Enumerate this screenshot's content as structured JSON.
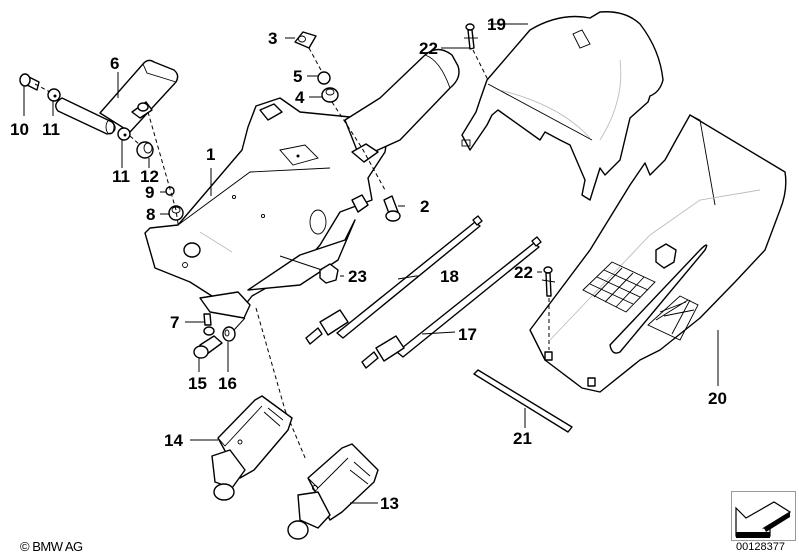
{
  "diagram": {
    "title": "Steering column exploded parts diagram",
    "callouts": [
      {
        "id": "1",
        "label": "1",
        "part": "steering-column-bracket"
      },
      {
        "id": "2",
        "label": "2",
        "part": "screw"
      },
      {
        "id": "3",
        "label": "3",
        "part": "clip-nut"
      },
      {
        "id": "4",
        "label": "4",
        "part": "nut"
      },
      {
        "id": "5",
        "label": "5",
        "part": "bushing"
      },
      {
        "id": "6",
        "label": "6",
        "part": "clamp-lever"
      },
      {
        "id": "7",
        "label": "7",
        "part": "screw-small"
      },
      {
        "id": "8",
        "label": "8",
        "part": "bushing-lower"
      },
      {
        "id": "9",
        "label": "9",
        "part": "sleeve"
      },
      {
        "id": "10",
        "label": "10",
        "part": "bolt"
      },
      {
        "id": "11a",
        "label": "11",
        "part": "washer"
      },
      {
        "id": "11b",
        "label": "11",
        "part": "washer"
      },
      {
        "id": "12",
        "label": "12",
        "part": "nut-cap"
      },
      {
        "id": "13",
        "label": "13",
        "part": "actuator-motor-upper"
      },
      {
        "id": "14",
        "label": "14",
        "part": "actuator-motor-lower"
      },
      {
        "id": "15",
        "label": "15",
        "part": "socket-screw"
      },
      {
        "id": "16",
        "label": "16",
        "part": "washer-lower"
      },
      {
        "id": "17",
        "label": "17",
        "part": "drive-shaft-long"
      },
      {
        "id": "18",
        "label": "18",
        "part": "drive-shaft-short"
      },
      {
        "id": "19",
        "label": "19",
        "part": "trim-cover-upper"
      },
      {
        "id": "20",
        "label": "20",
        "part": "trim-cover-lower"
      },
      {
        "id": "21",
        "label": "21",
        "part": "seal-strip"
      },
      {
        "id": "22a",
        "label": "22",
        "part": "expanding-rivet"
      },
      {
        "id": "22b",
        "label": "22",
        "part": "expanding-rivet"
      },
      {
        "id": "23",
        "label": "23",
        "part": "damper-block"
      }
    ]
  },
  "footer": {
    "copyright": "© BMW AG",
    "diagram_number": "00128377"
  }
}
